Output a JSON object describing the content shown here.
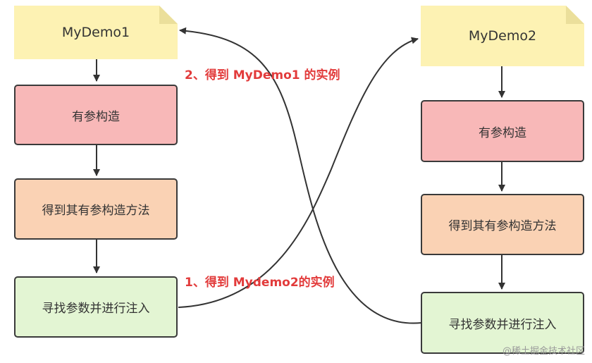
{
  "left": {
    "title": "MyDemo1",
    "step1": "有参构造",
    "step2": "得到其有参构造方法",
    "step3": "寻找参数并进行注入"
  },
  "right": {
    "title": "MyDemo2",
    "step1": "有参构造",
    "step2": "得到其有参构造方法",
    "step3": "寻找参数并进行注入"
  },
  "labels": {
    "get_demo1": "2、得到 MyDemo1 的实例",
    "get_demo2": "1、得到 Mydemo2的实例"
  },
  "watermark": "@稀土掘金技术社区",
  "colors": {
    "note": "#fdf2b3",
    "constructor": "#f8b8b8",
    "method": "#fad2b4",
    "inject": "#e3f5d3",
    "label": "#e23b3b"
  }
}
